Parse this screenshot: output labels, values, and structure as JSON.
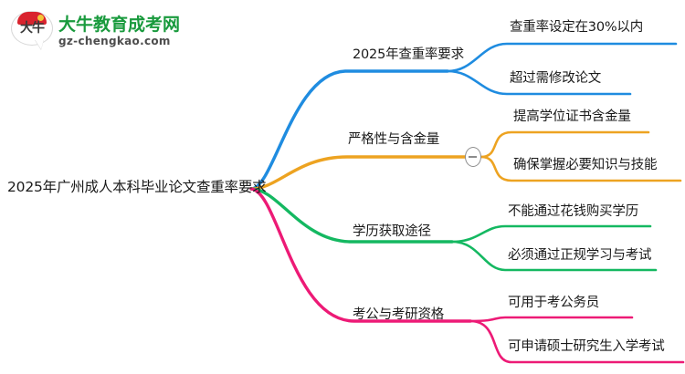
{
  "logo": {
    "mark_text": "大牛",
    "name": "大牛教育成考网",
    "url": "gz-chengkao.com"
  },
  "mindmap": {
    "root": {
      "label": "2025年广州成人本科毕业论文查重率要求"
    },
    "branches": [
      {
        "label": "2025年查重率要求",
        "color": "#1f8ce0",
        "children": [
          {
            "label": "查重率设定在30%以内"
          },
          {
            "label": "超过需修改论文"
          }
        ]
      },
      {
        "label": "严格性与含金量",
        "color": "#eda321",
        "collapsed": false,
        "toggle_icon": "minus-circle-icon",
        "children": [
          {
            "label": "提高学位证书含金量"
          },
          {
            "label": "确保掌握必要知识与技能"
          }
        ]
      },
      {
        "label": "学历获取途径",
        "color": "#14b861",
        "children": [
          {
            "label": "不能通过花钱购买学历"
          },
          {
            "label": "必须通过正规学习与考试"
          }
        ]
      },
      {
        "label": "考公与考研资格",
        "color": "#ed1a76",
        "children": [
          {
            "label": "可用于考公务员"
          },
          {
            "label": "可申请硕士研究生入学考试"
          }
        ]
      }
    ]
  }
}
